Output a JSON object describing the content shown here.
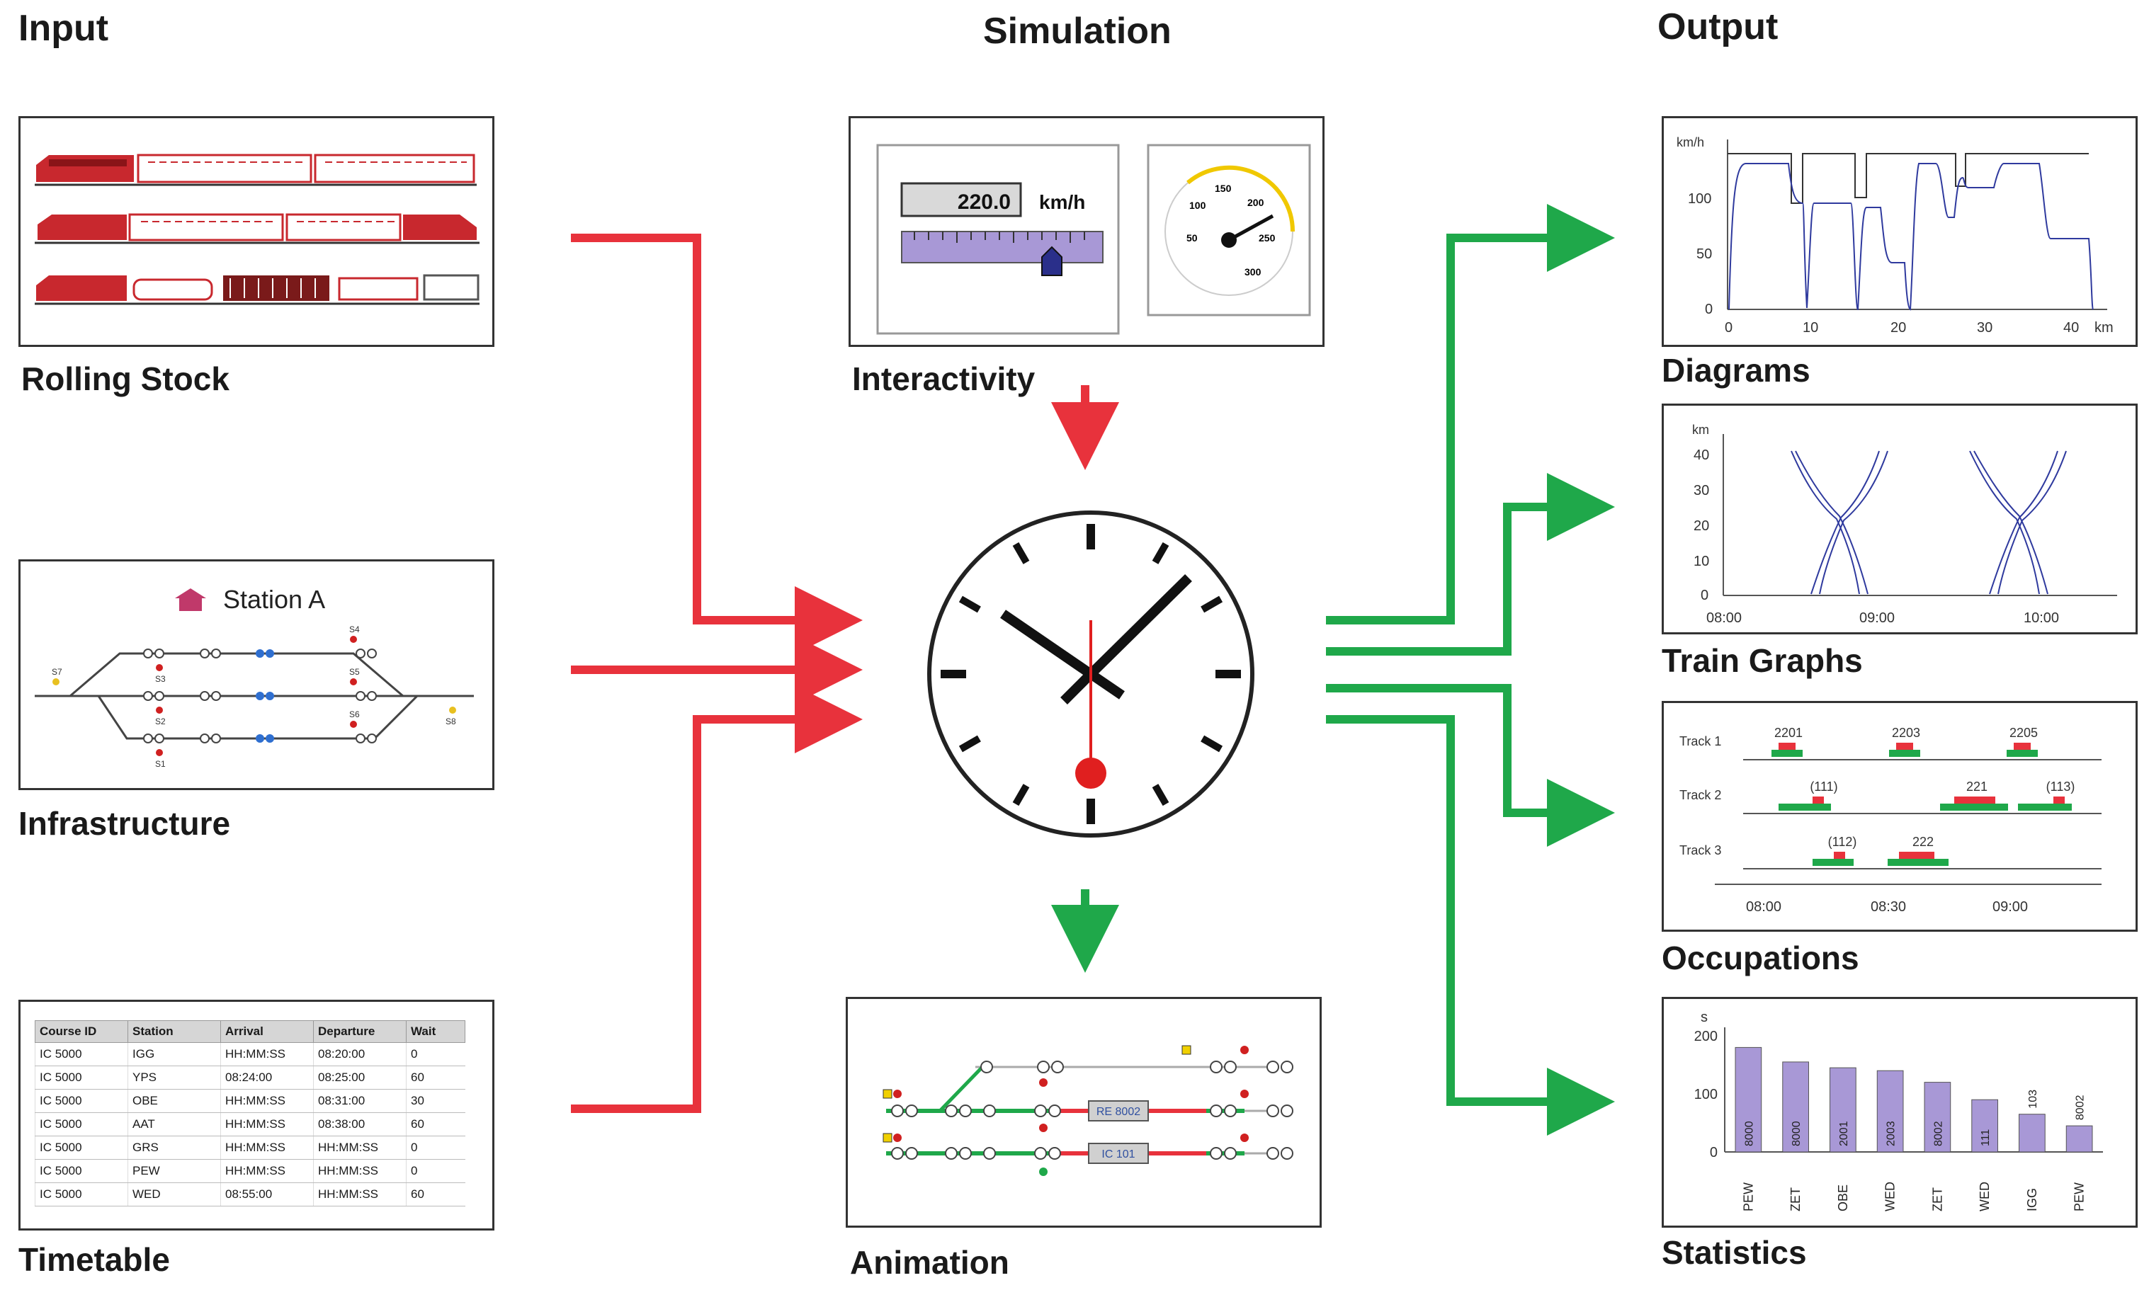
{
  "columns": {
    "input": "Input",
    "simulation": "Simulation",
    "output": "Output"
  },
  "captions": {
    "rolling_stock": "Rolling Stock",
    "infrastructure": "Infrastructure",
    "timetable": "Timetable",
    "interactivity": "Interactivity",
    "animation": "Animation",
    "diagrams": "Diagrams",
    "train_graphs": "Train Graphs",
    "occupations": "Occupations",
    "statistics": "Statistics"
  },
  "infrastructure": {
    "station_label": "Station A",
    "signals": [
      "S7",
      "S4",
      "S3",
      "S5",
      "S2",
      "S6",
      "S1",
      "S8"
    ]
  },
  "timetable": {
    "headers": [
      "Course ID",
      "Station",
      "Arrival",
      "Departure",
      "Wait"
    ],
    "rows": [
      [
        "IC 5000",
        "IGG",
        "HH:MM:SS",
        "08:20:00",
        "0"
      ],
      [
        "IC 5000",
        "YPS",
        "08:24:00",
        "08:25:00",
        "60"
      ],
      [
        "IC 5000",
        "OBE",
        "HH:MM:SS",
        "08:31:00",
        "30"
      ],
      [
        "IC 5000",
        "AAT",
        "HH:MM:SS",
        "08:38:00",
        "60"
      ],
      [
        "IC 5000",
        "GRS",
        "HH:MM:SS",
        "HH:MM:SS",
        "0"
      ],
      [
        "IC 5000",
        "PEW",
        "HH:MM:SS",
        "HH:MM:SS",
        "0"
      ],
      [
        "IC 5000",
        "WED",
        "08:55:00",
        "HH:MM:SS",
        "60"
      ]
    ]
  },
  "interactivity": {
    "speed_value": "220.0",
    "speed_unit": "km/h",
    "gauge_ticks": [
      "50",
      "100",
      "150",
      "200",
      "250",
      "300"
    ]
  },
  "animation": {
    "trains": [
      "RE 8002",
      "IC 101"
    ]
  },
  "colors": {
    "input_arrow": "#e8323c",
    "output_arrow": "#1fa84a",
    "series": "#2f3a9e",
    "bar": "#a898d6",
    "occupation_red": "#e8323c",
    "occupation_green": "#1fa84a"
  },
  "diagrams": {
    "y_unit": "km/h",
    "x_unit": "km",
    "y_ticks": [
      "0",
      "50",
      "100"
    ],
    "x_ticks": [
      "0",
      "10",
      "20",
      "30",
      "40"
    ]
  },
  "train_graphs": {
    "y_unit": "km",
    "y_ticks": [
      "0",
      "10",
      "20",
      "30",
      "40"
    ],
    "x_ticks": [
      "08:00",
      "09:00",
      "10:00"
    ]
  },
  "occupations": {
    "tracks": [
      "Track 1",
      "Track 2",
      "Track 3"
    ],
    "train_labels": {
      "t1": [
        "2201",
        "2203",
        "2205"
      ],
      "t2": [
        "(111)",
        "221",
        "(113)"
      ],
      "t3": [
        "(112)",
        "222"
      ]
    },
    "x_ticks": [
      "08:00",
      "08:30",
      "09:00"
    ]
  },
  "chart_data": {
    "type": "bar",
    "ylabel": "s",
    "y_ticks": [
      "0",
      "100",
      "200"
    ],
    "ylim": [
      0,
      200
    ],
    "categories": [
      "PEW",
      "ZET",
      "OBE",
      "WED",
      "ZET",
      "WED",
      "IGG",
      "PEW"
    ],
    "bar_labels": [
      "8000",
      "8000",
      "2001",
      "2003",
      "8002",
      "111",
      "103",
      "8002"
    ],
    "values": [
      180,
      155,
      145,
      140,
      120,
      90,
      65,
      45
    ]
  }
}
